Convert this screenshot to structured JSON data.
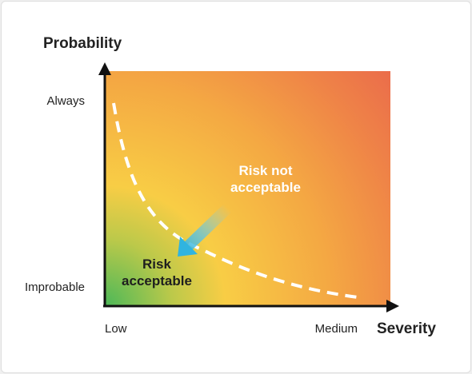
{
  "y_axis": {
    "title": "Probability",
    "high_label": "Always",
    "low_label": "Improbable"
  },
  "x_axis": {
    "title": "Severity",
    "low_label": "Low",
    "high_label": "Medium"
  },
  "regions": {
    "not_acceptable": {
      "line1": "Risk not",
      "line2": "acceptable"
    },
    "acceptable": {
      "line1": "Risk",
      "line2": "acceptable"
    }
  },
  "colors": {
    "low_risk": "#4cb858",
    "mid_risk": "#f7c540",
    "high_risk": "#ec6a4b",
    "threshold_curve": "#ffffff",
    "arrow": "#36b6de",
    "axis": "#111111"
  }
}
